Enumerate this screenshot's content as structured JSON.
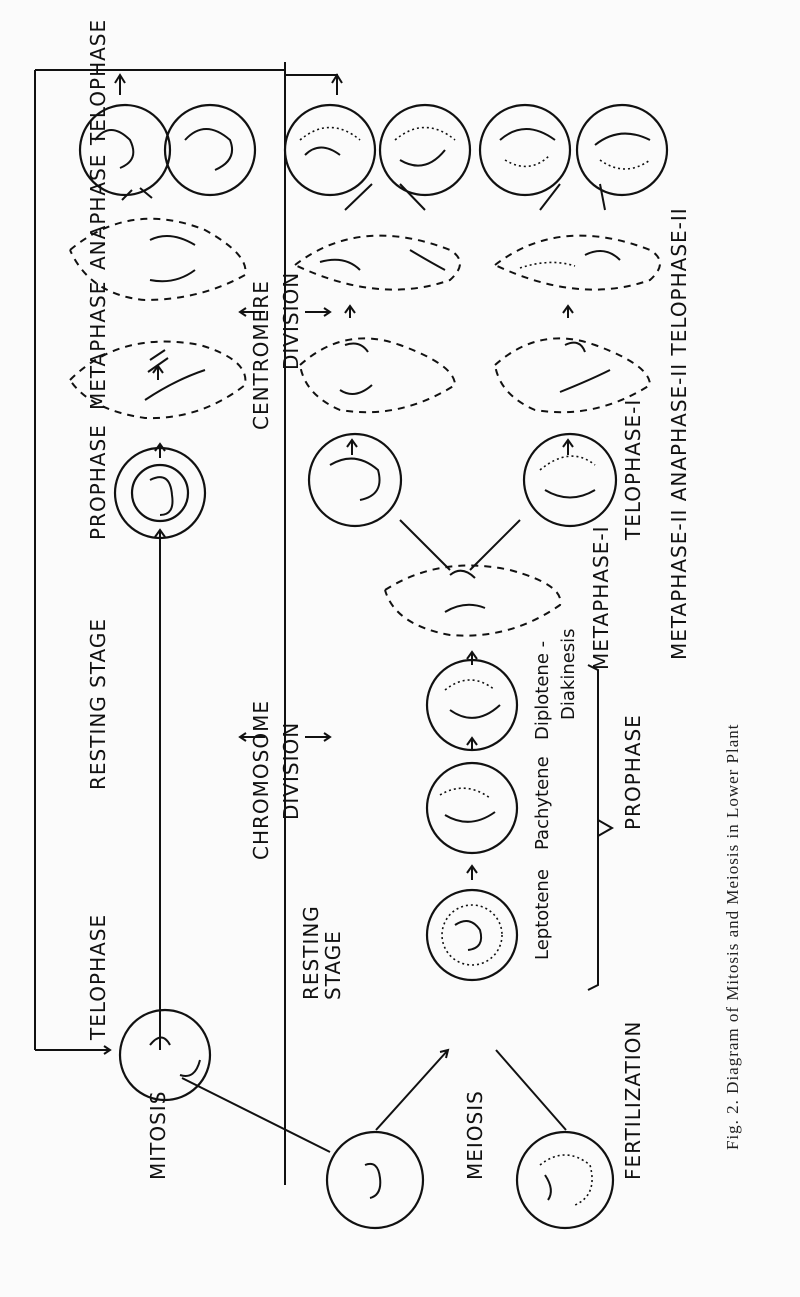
{
  "mitosis": {
    "section_label": "MITOSIS",
    "stages": [
      "PROPHASE",
      "METAPHASE",
      "ANAPHASE",
      "TELOPHASE"
    ],
    "resting": "RESTING STAGE",
    "start_telophase": "TELOPHASE",
    "centromere_division": [
      "CENTROMERE",
      "DIVISION"
    ],
    "chromosome_division": [
      "CHROMOSOME",
      "DIVISION"
    ]
  },
  "meiosis": {
    "section_label": "MEIOSIS",
    "resting": [
      "RESTING",
      "STAGE"
    ],
    "prophase_substages": [
      "Leptotene",
      "Pachytene",
      "Diplotene -",
      "Diakinesis"
    ],
    "prophase": "PROPHASE",
    "stages_1": [
      "METAPHASE-I",
      "TELOPHASE-I"
    ],
    "stages_2": "METAPHASE-II   ANAPHASE-II   TELOPHASE-II",
    "fertilization": "FERTILIZATION"
  },
  "caption": "Fig. 2. Diagram of Mitosis and Meiosis in Lower Plant"
}
